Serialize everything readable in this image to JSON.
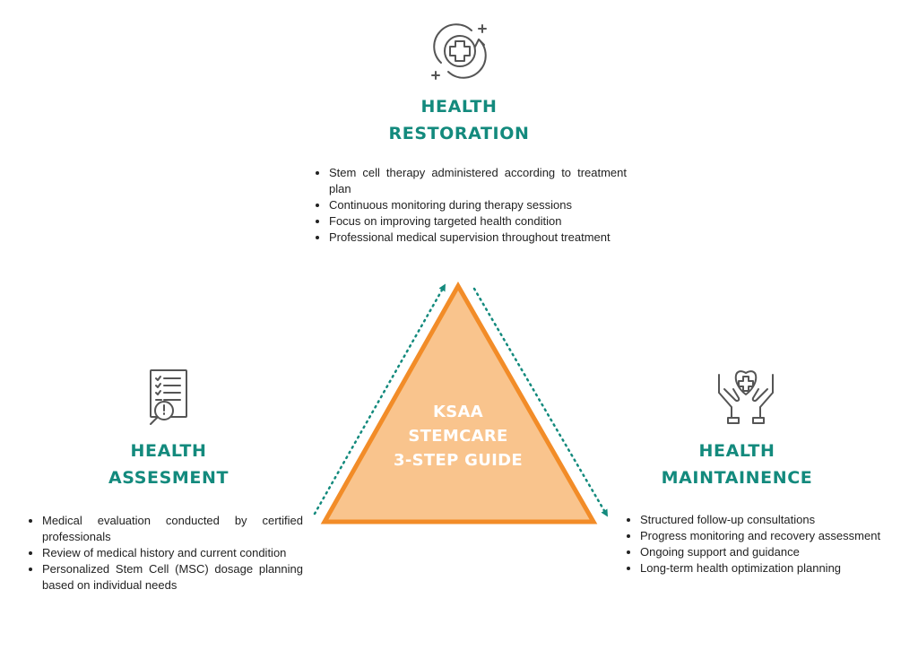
{
  "restoration": {
    "heading_line1": "HEALTH",
    "heading_line2": "RESTORATION",
    "icon": "medical-cross-cycle-icon",
    "bullets": [
      "Stem cell therapy administered according to treatment plan",
      "Continuous monitoring during therapy sessions",
      "Focus on improving targeted health condition",
      "Professional medical supervision throughout treatment"
    ]
  },
  "assessment": {
    "heading_line1": "HEALTH",
    "heading_line2": "ASSESMENT",
    "icon": "checklist-magnifier-icon",
    "bullets": [
      "Medical evaluation conducted by certified professionals",
      "Review of medical history and current condition",
      "Personalized Stem Cell (MSC) dosage planning based on individual needs"
    ]
  },
  "maintenance": {
    "heading_line1": "HEALTH",
    "heading_line2": "MAINTAINENCE",
    "icon": "hands-heart-icon",
    "bullets": [
      "Structured follow-up consultations",
      "Progress monitoring and recovery assessment",
      "Ongoing support and guidance",
      "Long-term health optimization planning"
    ]
  },
  "center": {
    "line1": "KSAA",
    "line2": "STEMCARE",
    "line3": "3-STEP GUIDE"
  },
  "colors": {
    "heading": "#138a7d",
    "triangle_fill": "#f9c48d",
    "triangle_stroke": "#f28c28",
    "arrow": "#138a7d",
    "icon": "#555555"
  }
}
